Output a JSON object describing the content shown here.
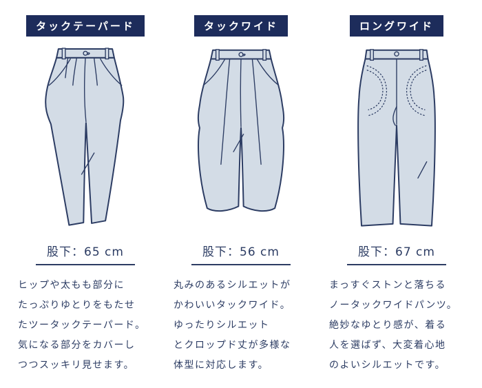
{
  "colors": {
    "header_bg": "#1d2c5b",
    "header_text": "#ffffff",
    "pants_fill": "#d3dce6",
    "pants_stroke": "#2c3c63",
    "text": "#2c3c63",
    "background": "#ffffff"
  },
  "columns": [
    {
      "header": "タックテーパード",
      "inseam": "股下：65 cm",
      "description": "ヒップや太もも部分に\nたっぷりゆとりをもたせ\nたツータックテーパード。\n気になる部分をカバーし\nつつスッキリ見せます。",
      "illustration": "tapered-pants-line-drawing"
    },
    {
      "header": "タックワイド",
      "inseam": "股下：56 cm",
      "description": "丸みのあるシルエットが\nかわいいタックワイド。\nゆったりシルエット\nとクロップド丈が多様な\n体型に対応します。",
      "illustration": "wide-cropped-pants-line-drawing"
    },
    {
      "header": "ロングワイド",
      "inseam": "股下：67 cm",
      "description": "まっすぐストンと落ちる\nノータックワイドパンツ。\n絶妙なゆとり感が、着る\n人を選ばず、大変着心地\nのよいシルエットです。",
      "illustration": "long-wide-pants-line-drawing"
    }
  ]
}
